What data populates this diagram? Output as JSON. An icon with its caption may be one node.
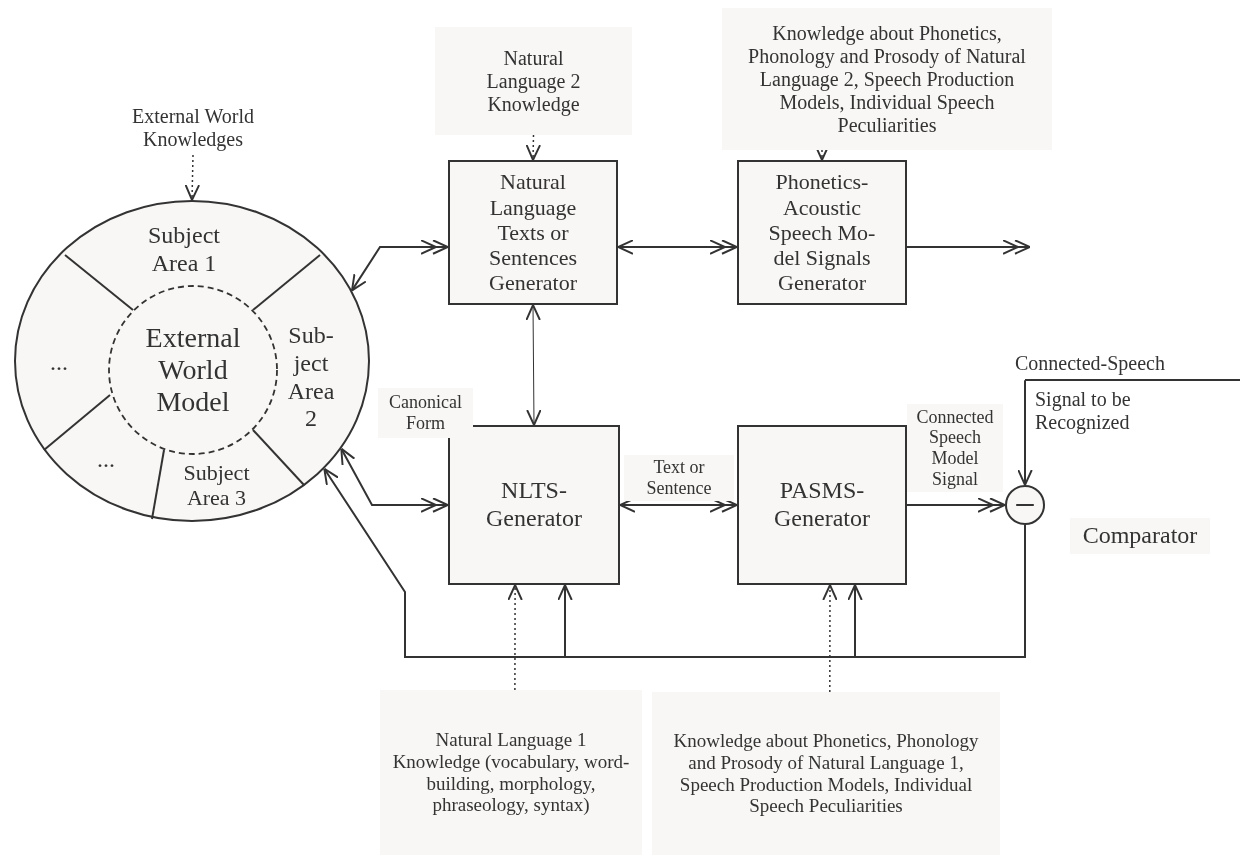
{
  "diagram": {
    "nodes": [
      {
        "text": [
          "External World Knowledges"
        ]
      },
      {
        "text": [],
        "shape": "circle"
      },
      {
        "text": [
          "Subject Area 1"
        ],
        "in": 1
      },
      {
        "text": [
          "Sub- ject Area 2"
        ],
        "in": 1
      },
      {
        "text": [
          "Subject Area 3"
        ],
        "in": 1
      },
      {
        "text": [
          "..."
        ],
        "in": 1
      },
      {
        "text": [
          "..."
        ],
        "in": 1
      },
      {
        "text": [
          "External World Model"
        ],
        "in": 1
      },
      {
        "text": [
          "Natural Language 2 Knowledge"
        ]
      },
      {
        "text": [
          "Knowledge about Phonetics, Phonology and Prosody of Natural Language 2, Speech Production Models, Individual Speech Peculiarities"
        ]
      },
      {
        "text": [
          "Natural Language Texts or Sentences Generator"
        ]
      },
      {
        "text": [
          "Phonetics- Acoustic Speech Mo- del Signals Generator"
        ]
      },
      {
        "text": [
          "NLTS- Generator"
        ]
      },
      {
        "text": [
          "PASMS- Generator"
        ]
      },
      {
        "text": [
          "Connected-Speech",
          "Signal to be Recognized"
        ]
      },
      {
        "text": [],
        "shape": "circle",
        "beside": [
          "Comparator"
        ]
      },
      {
        "text": [
          "Natural Language 1 Knowledge (vocabulary, word-building, morphology, phraseology, syntax)"
        ]
      },
      {
        "text": [
          "Knowledge about Phonetics, Phonology and Prosody of Natural Language 1, Speech Production Models, Individual Speech Peculiarities"
        ]
      }
    ],
    "edges": [
      {
        "from": 0,
        "to": 1,
        "arrow": "to",
        "style": "dashed"
      },
      {
        "from": 8,
        "to": 10,
        "arrow": "to",
        "style": "dashed"
      },
      {
        "from": 9,
        "to": 11,
        "arrow": "to",
        "style": "dashed"
      },
      {
        "from": 1,
        "to": 10,
        "arrow": "both"
      },
      {
        "from": 10,
        "to": 11,
        "arrow": "both"
      },
      {
        "from": 11,
        "to": null,
        "arrow": "to"
      },
      {
        "from": 10,
        "to": 12,
        "arrow": "both"
      },
      {
        "from": 1,
        "to": 12,
        "arrow": "both",
        "label": "Canonical Form"
      },
      {
        "from": 12,
        "to": 13,
        "arrow": "both",
        "label": "Text or Sentence"
      },
      {
        "from": 13,
        "to": 15,
        "arrow": "to",
        "label": "Connected Speech Model Signal"
      },
      {
        "from": 14,
        "to": 15,
        "arrow": "to"
      },
      {
        "from": 15,
        "to": 12,
        "arrow": "to"
      },
      {
        "from": 15,
        "to": 13,
        "arrow": "to"
      },
      {
        "from": 15,
        "to": 1,
        "arrow": "to"
      },
      {
        "from": 16,
        "to": 12,
        "arrow": "to",
        "style": "dashed"
      },
      {
        "from": 17,
        "to": 13,
        "arrow": "to",
        "style": "dashed"
      }
    ]
  }
}
